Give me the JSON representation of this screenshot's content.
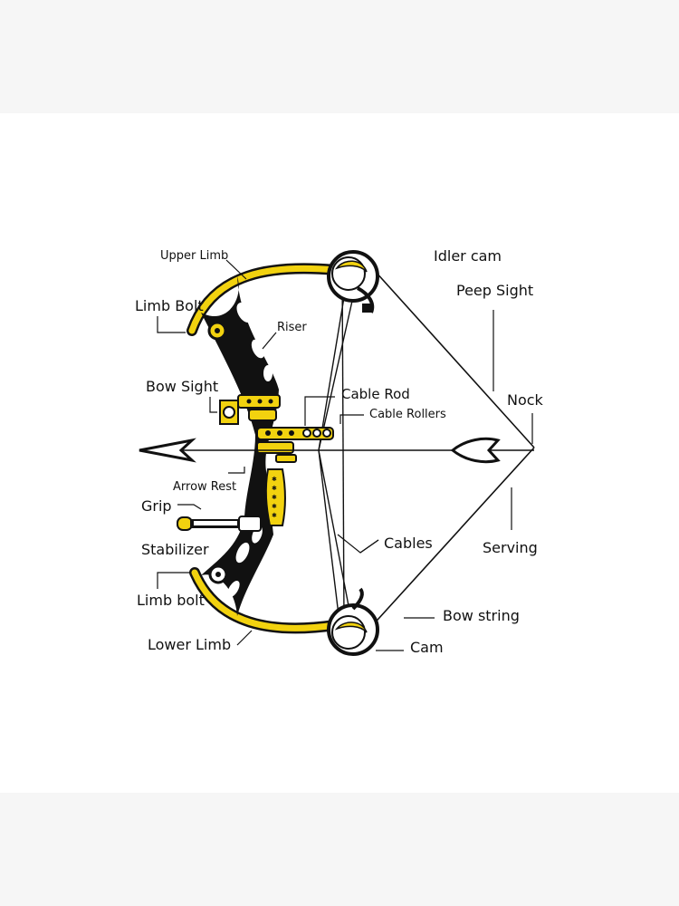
{
  "diagram": {
    "labels": {
      "upper_limb": "Upper Limb",
      "limb_bolt_top": "Limb Bolt",
      "riser": "Riser",
      "bow_sight": "Bow Sight",
      "cable_rod": "Cable Rod",
      "cable_rollers": "Cable Rollers",
      "arrow_rest": "Arrow Rest",
      "grip": "Grip",
      "stabilizer": "Stabilizer",
      "limb_bolt_bottom": "Limb bolt",
      "lower_limb": "Lower Limb",
      "idler_cam": "Idler cam",
      "peep_sight": "Peep Sight",
      "nock": "Nock",
      "cables": "Cables",
      "serving": "Serving",
      "bow_string": "Bow string",
      "cam": "Cam"
    },
    "colors": {
      "accent_yellow": "#f2d20f",
      "outline": "#111111",
      "background": "#ffffff",
      "page_band": "#f6f6f6"
    }
  }
}
